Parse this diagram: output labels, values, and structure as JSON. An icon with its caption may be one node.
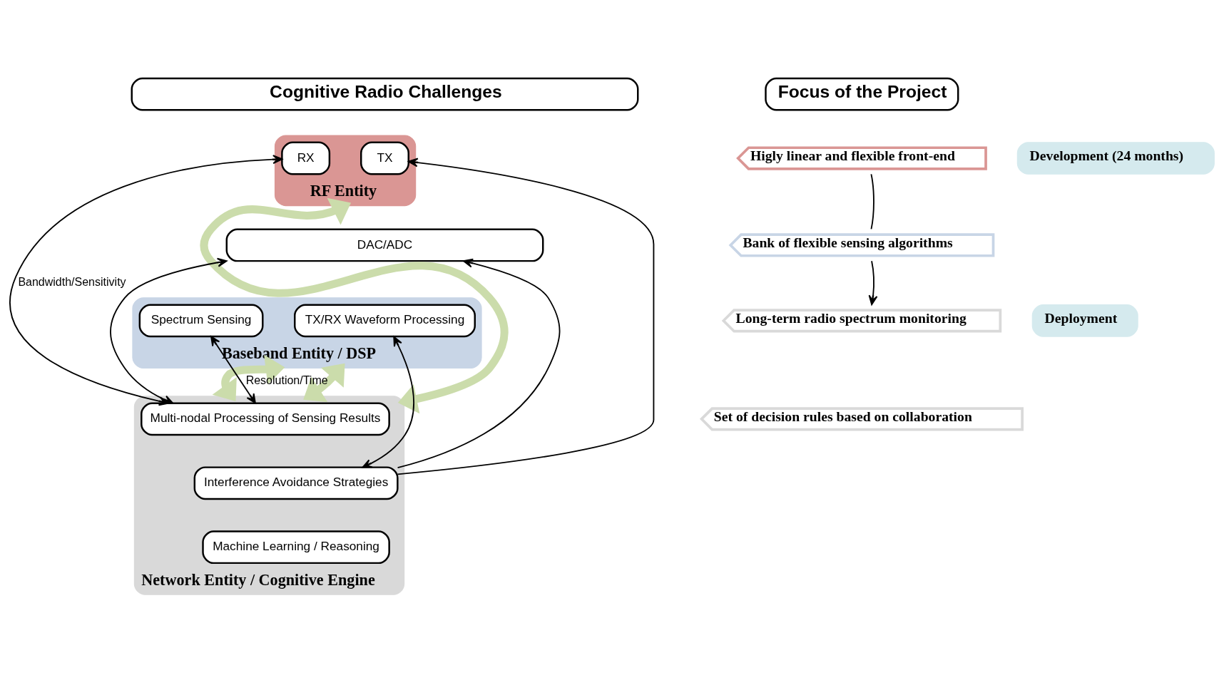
{
  "diagram": {
    "nodes": [
      {
        "text": [
          "Cognitive Radio Challenges"
        ]
      },
      {
        "text": [
          "Focus of the Project"
        ]
      },
      {
        "text": [
          "RF Entity"
        ]
      },
      {
        "text": [
          "TX"
        ],
        "in": 2
      },
      {
        "text": [
          "RX"
        ],
        "in": 2
      },
      {
        "text": [
          "DAC/ADC"
        ]
      },
      {
        "text": [
          "Baseband Entity / DSP"
        ]
      },
      {
        "text": [
          "TX/RX Waveform Processing"
        ],
        "in": 6
      },
      {
        "text": [
          "Spectrum Sensing"
        ],
        "in": 6
      },
      {
        "text": [
          "Network Entity / Cognitive Engine"
        ]
      },
      {
        "text": [
          "Multi-nodal Processing of Sensing Results"
        ],
        "in": 9
      },
      {
        "text": [
          "Interference Avoidance Strategies"
        ],
        "in": 9
      },
      {
        "text": [
          "Machine Learning / Reasoning"
        ],
        "in": 9
      },
      {
        "text": [
          "Higly linear and flexible front-end"
        ]
      },
      {
        "text": [
          "Bank of flexible sensing algorithms"
        ]
      },
      {
        "text": [
          "Long-term radio spectrum monitoring"
        ]
      },
      {
        "text": [
          "Set of decision rules based on collaboration"
        ]
      },
      {
        "text": [
          "Development (24 months)"
        ]
      },
      {
        "text": [
          "Deployment"
        ]
      }
    ],
    "edges": [
      {
        "from": 10,
        "to": 4,
        "arrow": "both",
        "label": "Bandwidth/Sensitivity"
      },
      {
        "from": 10,
        "to": 5,
        "arrow": "both"
      },
      {
        "from": 10,
        "to": 8,
        "arrow": "both",
        "label": "Resolution/Time"
      },
      {
        "from": 11,
        "to": 3,
        "arrow": "to"
      },
      {
        "from": 11,
        "to": 5,
        "arrow": "to"
      },
      {
        "from": 11,
        "to": 7,
        "arrow": "both"
      },
      {
        "from": 9,
        "to": 2,
        "arrow": "both",
        "style": "thick",
        "color": "#cbdcab"
      },
      {
        "from": 9,
        "to": 6,
        "arrow": "both",
        "style": "thick",
        "color": "#cbdcab"
      },
      {
        "from": 6,
        "to": 9,
        "arrow": "both",
        "style": "thick",
        "color": "#cbdcab"
      },
      {
        "from": 13,
        "to": 14,
        "arrow": "none"
      },
      {
        "from": 14,
        "to": 15,
        "arrow": "to"
      }
    ]
  }
}
